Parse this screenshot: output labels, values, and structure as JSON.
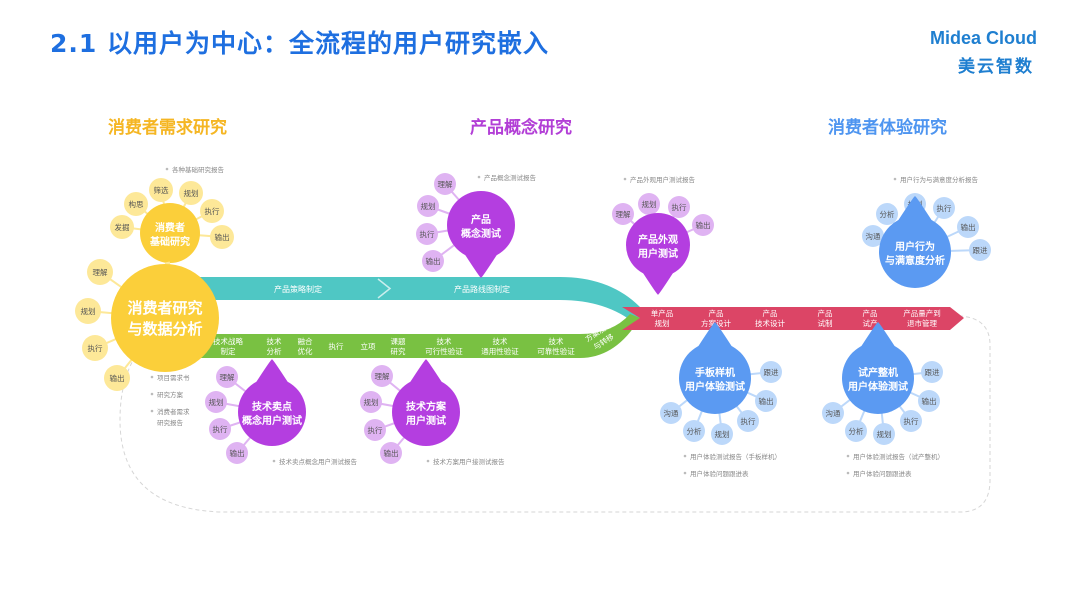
{
  "title": "2.1 以用户为中心：全流程的用户研究嵌入",
  "logo": {
    "brand": "Midea Cloud",
    "sub": "美云智数"
  },
  "stages": {
    "consumer_demand": "消费者需求研究",
    "product_concept": "产品概念研究",
    "consumer_experience": "消费者体验研究"
  },
  "colors": {
    "title": "#1e6fe0",
    "stage1": "#f5b623",
    "stage2": "#b23ed6",
    "stage3": "#4e95f0",
    "teal": "#4fc7c4",
    "green": "#79c142",
    "red": "#dc4566",
    "yellow": "#fbcf3a",
    "yellow_light": "#fde898",
    "purple": "#b43ee0",
    "purple_light": "#dfb3f2",
    "blue": "#5b9af2",
    "blue_light": "#bcd8fa"
  },
  "center": {
    "line1": "消费者研究",
    "line2": "与数据分析"
  },
  "center_petals": [
    "理解",
    "规划",
    "执行",
    "输出"
  ],
  "bubbles": {
    "basic": {
      "line1": "消费者",
      "line2": "基础研究",
      "petals": [
        "发掘",
        "构思",
        "筛选",
        "规划",
        "执行",
        "输出"
      ],
      "report": "各种基础研究报告"
    },
    "concept": {
      "line1": "产品",
      "line2": "概念测试",
      "petals": [
        "理解",
        "规划",
        "执行",
        "输出"
      ],
      "report": "产品概念测试报告"
    },
    "appearance": {
      "line1": "产品外观",
      "line2": "用户测试",
      "petals": [
        "理解",
        "规划",
        "执行",
        "输出"
      ],
      "report": "产品外观用户测试报告"
    },
    "behavior": {
      "line1": "用户行为",
      "line2": "与满意度分析",
      "petals": [
        "沟通",
        "分析",
        "规划",
        "执行",
        "输出",
        "跟进"
      ],
      "report": "用户行为与满意度分析报告"
    },
    "selling": {
      "line1": "技术卖点",
      "line2": "概念用户测试",
      "petals": [
        "理解",
        "规划",
        "执行",
        "输出"
      ],
      "report": "技术卖点概念用户测试报告"
    },
    "scheme": {
      "line1": "技术方案",
      "line2": "用户测试",
      "petals": [
        "理解",
        "规划",
        "执行",
        "输出"
      ],
      "report": "技术方案用户接测试报告"
    },
    "prototype": {
      "line1": "手板样机",
      "line2": "用户体验测试",
      "petals": [
        "沟通",
        "分析",
        "规划",
        "执行",
        "输出",
        "跟进"
      ],
      "report1": "用户体验测试报告（手板样机）",
      "report2": "用户体验问题跟进表"
    },
    "trial": {
      "line1": "试产整机",
      "line2": "用户体验测试",
      "petals": [
        "沟通",
        "分析",
        "规划",
        "执行",
        "输出",
        "跟进"
      ],
      "report1": "用户体验测试报告（试产整机）",
      "report2": "用户体验问题跟进表"
    }
  },
  "left_reports": [
    "项目需求书",
    "研究方案",
    "消费者需求",
    "研究报告"
  ],
  "teal_labels": [
    "产品策略制定",
    "产品路线图制定"
  ],
  "green_steps": [
    {
      "l1": "技术战略",
      "l2": "制定"
    },
    {
      "l1": "技术",
      "l2": "分析"
    },
    {
      "l1": "融合",
      "l2": "优化"
    },
    {
      "l1": "执行",
      "l2": ""
    },
    {
      "l1": "立项",
      "l2": ""
    },
    {
      "l1": "课题",
      "l2": "研究"
    },
    {
      "l1": "技术",
      "l2": "可行性验证"
    },
    {
      "l1": "技术",
      "l2": "通用性验证"
    },
    {
      "l1": "技术",
      "l2": "可靠性验证"
    }
  ],
  "merge_label": {
    "l1": "方案发布",
    "l2": "与转移"
  },
  "red_steps": [
    {
      "l1": "单产品",
      "l2": "规划"
    },
    {
      "l1": "产品",
      "l2": "方案设计"
    },
    {
      "l1": "产品",
      "l2": "技术设计"
    },
    {
      "l1": "产品",
      "l2": "试制"
    },
    {
      "l1": "产品",
      "l2": "试产"
    },
    {
      "l1": "产品量产到",
      "l2": "退市管理"
    }
  ]
}
